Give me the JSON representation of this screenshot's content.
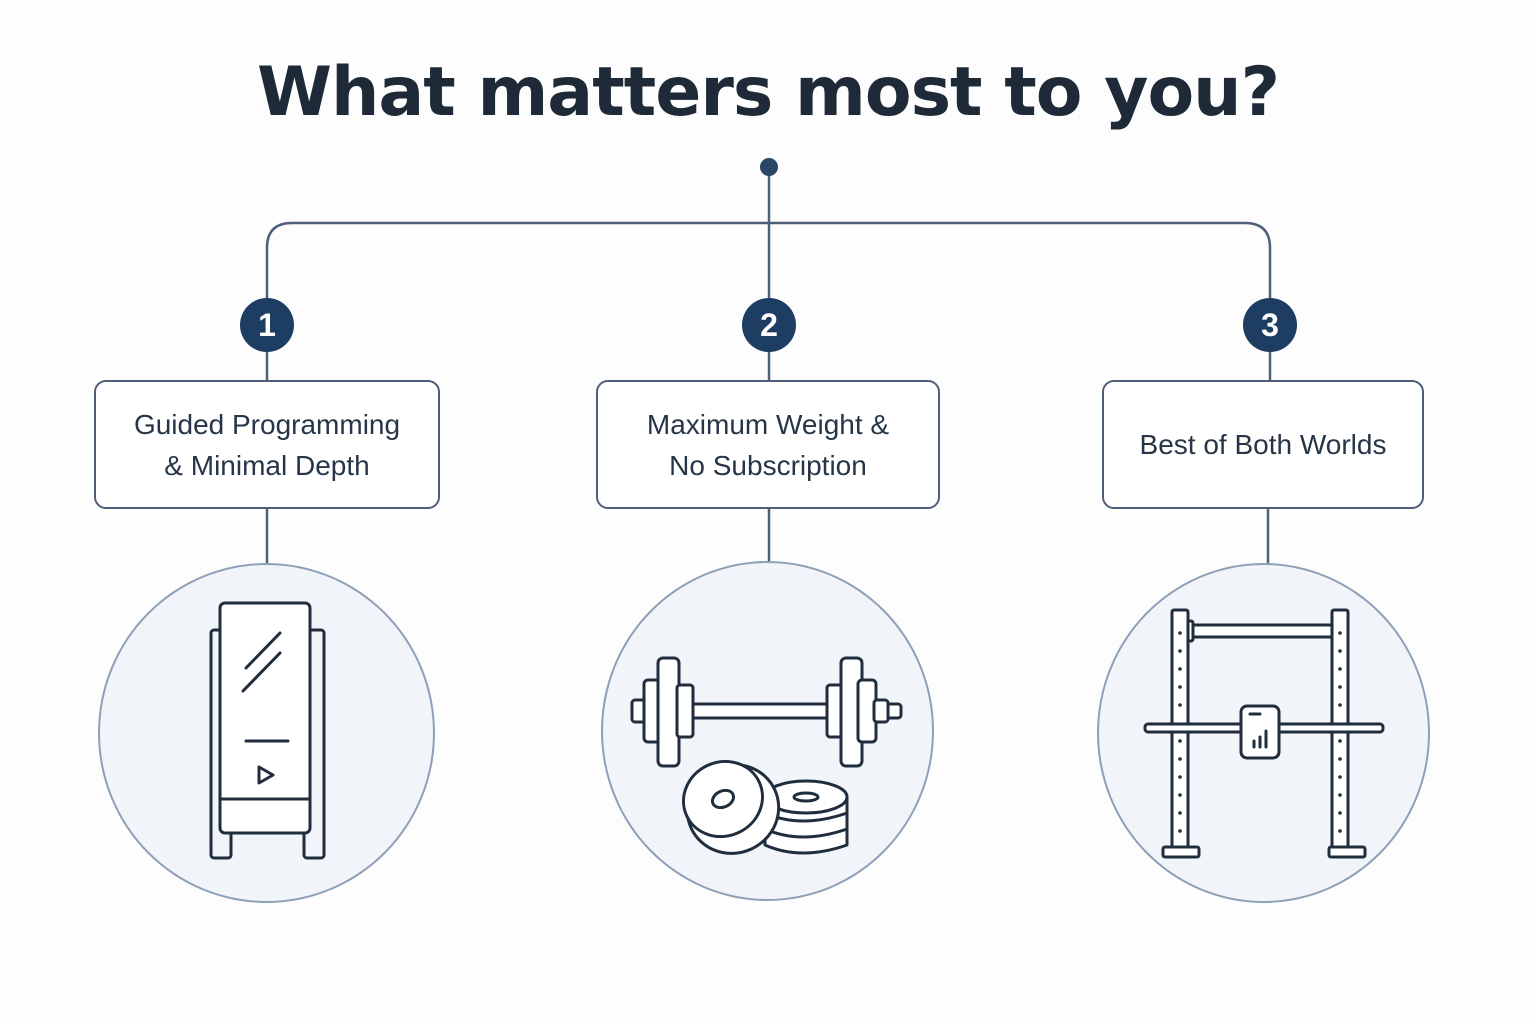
{
  "title": "What matters most to you?",
  "colors": {
    "accent": "#1d3d63",
    "line": "#4e5f78",
    "circle_fill": "#f1f5fa",
    "circle_border": "#8ea0b7",
    "text": "#1f2a38"
  },
  "options": [
    {
      "number": "1",
      "label": "Guided Programming\n& Minimal Depth",
      "icon": "smart-mirror-icon"
    },
    {
      "number": "2",
      "label": "Maximum Weight &\nNo Subscription",
      "icon": "barbell-plates-icon"
    },
    {
      "number": "3",
      "label": "Best of Both Worlds",
      "icon": "power-rack-icon"
    }
  ]
}
